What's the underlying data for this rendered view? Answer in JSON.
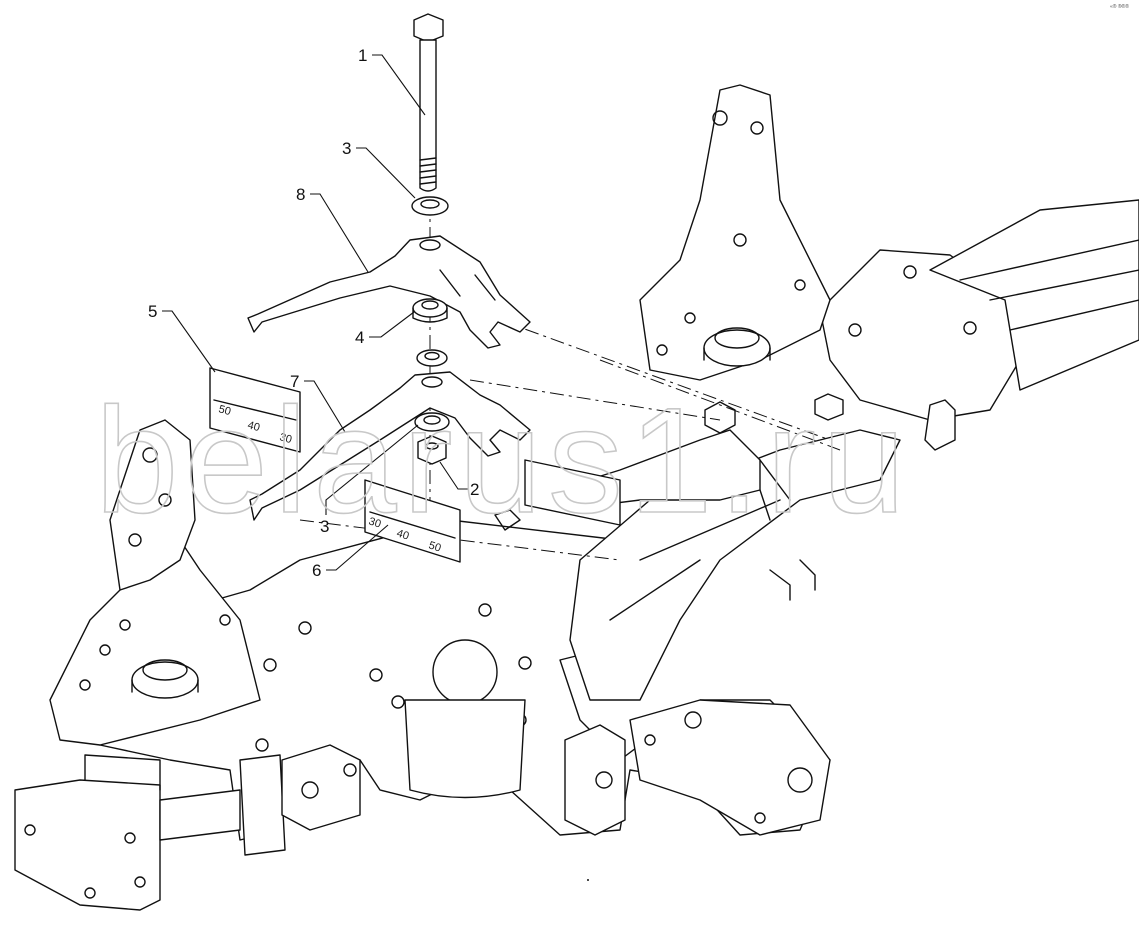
{
  "watermark": "belarus1.ru",
  "corner_mark": "«® ®®®",
  "callouts": [
    {
      "id": "c1",
      "label": "1"
    },
    {
      "id": "c3a",
      "label": "3"
    },
    {
      "id": "c8",
      "label": "8"
    },
    {
      "id": "c5",
      "label": "5"
    },
    {
      "id": "c4",
      "label": "4"
    },
    {
      "id": "c7",
      "label": "7"
    },
    {
      "id": "c2",
      "label": "2"
    },
    {
      "id": "c3b",
      "label": "3"
    },
    {
      "id": "c6",
      "label": "6"
    }
  ],
  "scale_plate_5": {
    "ticks": [
      "50",
      "40",
      "30"
    ]
  },
  "scale_plate_6": {
    "ticks": [
      "30",
      "40",
      "50"
    ]
  }
}
